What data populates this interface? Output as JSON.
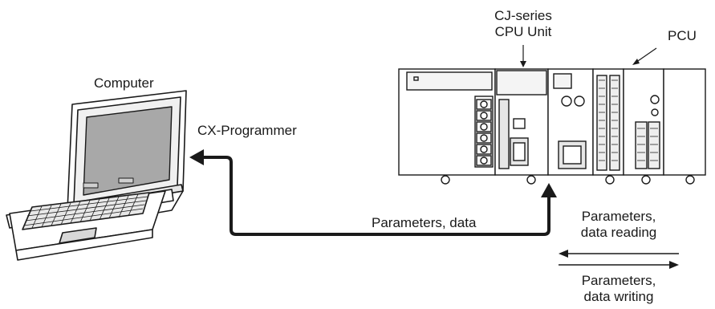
{
  "labels": {
    "computer": "Computer",
    "software": "CX-Programmer",
    "cpu_unit": [
      "CJ-series",
      "CPU Unit"
    ],
    "pcu": "PCU",
    "link": "Parameters, data",
    "reading": [
      "Parameters,",
      "data reading"
    ],
    "writing": [
      "Parameters,",
      "data writing"
    ]
  },
  "colors": {
    "line": "#1a1a1a",
    "screen": "#a8a8a8",
    "body": "#ffffff",
    "panel": "#f4f4f4",
    "shade": "#d8d8d8"
  }
}
